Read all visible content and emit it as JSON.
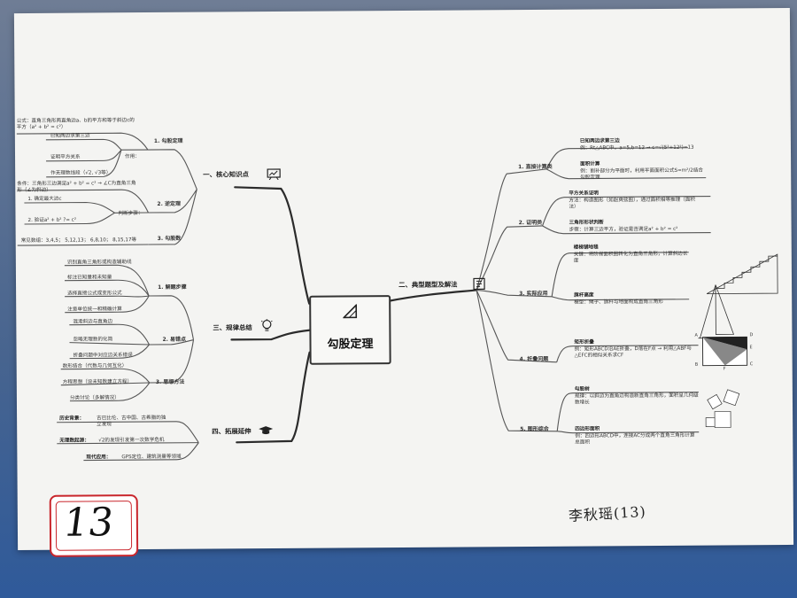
{
  "center": {
    "title": "勾股定理"
  },
  "b1": {
    "title": "一、核心知识点",
    "sub1": {
      "title": "1. 勾股定理",
      "formula": "公式：直角三角形两直角边a、b的平方和等于斜边c的平方（a² + b² = c²）",
      "role_label": "作用：",
      "roles": [
        "已知两边求第三边",
        "证明平方关系",
        "作无理数线段（√2, √3等）"
      ]
    },
    "sub2": {
      "title": "2. 逆定理",
      "condition": "条件：三角形三边满足a² + b² = c² → ∠C为直角三角形（∠为斜边）",
      "method_label": "判断步骤：",
      "steps": [
        "1. 确定最大边c",
        "2. 验证a² + b² ?= c²"
      ]
    },
    "sub3": {
      "title": "3. 勾股数",
      "common": "常见数组：3,4,5； 5,12,13； 6,8,10； 8,15,17等"
    }
  },
  "b2": {
    "title": "二、典型题型及解法",
    "sub1": {
      "title": "1. 直接计算类",
      "items": [
        {
          "head": "已知两边求第三边",
          "body": "例：Rt△ABC中，a=5,b=12 → c=√(5²+12²)=13"
        },
        {
          "head": "面积计算",
          "body": "例：割补部分为平面时，利用平面面积公式S=m²/2结合勾股定理"
        }
      ]
    },
    "sub2": {
      "title": "2. 证明类",
      "items": [
        {
          "head": "平方关系证明",
          "body": "方法：构造图形（如赵爽弦图），通过面积相等推理（面积法）"
        },
        {
          "head": "三角形形状判断",
          "body": "步骤：计算三边平方，验证是否满足a² + b² = c²"
        }
      ]
    },
    "sub3": {
      "title": "3. 实际应用",
      "items": [
        {
          "head": "楼梯铺地毯",
          "body": "关键：将阶梯面积图转化为直角三角形，计算斜边长度"
        },
        {
          "head": "旗杆高度",
          "body": "模型：绳子、旗杆与地面构成直角三角形"
        }
      ]
    },
    "sub4": {
      "title": "4. 折叠问题",
      "items": [
        {
          "head": "矩形折叠",
          "body": "例：矩形ABCD沿AE折叠，D落在F点 → 利用△ABF与△EFC的相似关系求CF"
        }
      ]
    },
    "sub5": {
      "title": "5. 图形综合",
      "items": [
        {
          "head": "勾股树",
          "body": "规律：以斜边为直角边构造新直角三角形，面积呈几何级数增长"
        },
        {
          "head": "四边形面积",
          "body": "例：四边形ABCD中，连接AC分成两个直角三角形计算总面积"
        }
      ]
    },
    "fold_letters": {
      "a": "A",
      "d": "D",
      "e": "E",
      "b": "B",
      "f": "F",
      "c": "C"
    }
  },
  "b3": {
    "title": "三、规律总结",
    "sub1": {
      "title": "1. 解题步骤",
      "items": [
        "识别直角三角形或构造辅助线",
        "标注已知量和未知量",
        "选择直接公式或变形公式",
        "注意单位统一和精确计算"
      ]
    },
    "sub2": {
      "title": "2. 易错点",
      "items": [
        "混淆斜边与直角边",
        "忽略无理数的化简",
        "折叠问题中对应边关系错误"
      ]
    },
    "sub3": {
      "title": "3. 思想方法",
      "items": [
        "数形结合（代数与几何互化）",
        "方程思想（设未知数建立方程）",
        "分类讨论（多解情况）"
      ]
    }
  },
  "b4": {
    "title": "四、拓展延伸",
    "items": [
      {
        "head": "历史背景：",
        "body": "古巴比伦、古中国、古希腊的独立发现"
      },
      {
        "head": "无理数起源：",
        "body": "√2的发现引发第一次数学危机"
      },
      {
        "head": "现代应用：",
        "body": "GPS定位、建筑测量等领域"
      }
    ]
  },
  "badge": {
    "number": "13"
  },
  "signature": "李秋瑶(13)"
}
